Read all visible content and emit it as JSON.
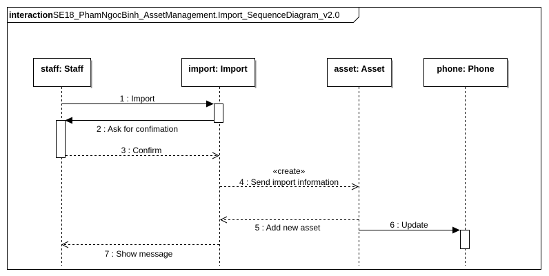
{
  "frame": {
    "keyword": "interaction",
    "name": "SE18_PhamNgocBinh_AssetManagement.Import_SequenceDiagram_v2.0"
  },
  "lifelines": [
    {
      "id": "staff",
      "label": "staff: Staff"
    },
    {
      "id": "import",
      "label": "import: Import"
    },
    {
      "id": "asset",
      "label": "asset: Asset"
    },
    {
      "id": "phone",
      "label": "phone: Phone"
    }
  ],
  "messages": [
    {
      "id": "m1",
      "label": "1 : Import",
      "from": "staff",
      "to": "import",
      "kind": "sync"
    },
    {
      "id": "m2",
      "label": "2 : Ask for confimation",
      "from": "import",
      "to": "staff",
      "kind": "sync"
    },
    {
      "id": "m3",
      "label": "3 : Confirm",
      "from": "staff",
      "to": "import",
      "kind": "reply"
    },
    {
      "id": "m4",
      "label": "4 : Send import information",
      "stereotype": "«create»",
      "from": "import",
      "to": "asset",
      "kind": "reply"
    },
    {
      "id": "m5",
      "label": "5 : Add new asset",
      "from": "asset",
      "to": "import",
      "kind": "reply"
    },
    {
      "id": "m6",
      "label": "6 : Update",
      "from": "asset",
      "to": "phone",
      "kind": "sync"
    },
    {
      "id": "m7",
      "label": "7 : Show message",
      "from": "import",
      "to": "staff",
      "kind": "reply"
    }
  ]
}
